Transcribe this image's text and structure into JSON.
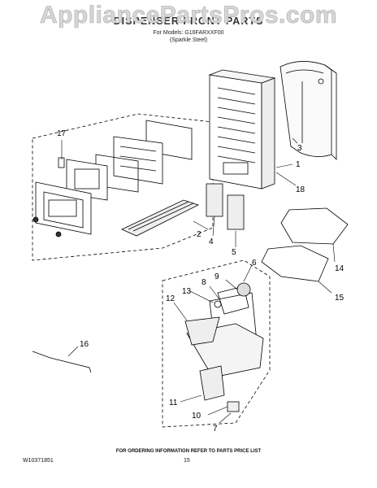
{
  "watermark": "AppliancePartsPros.com",
  "header": {
    "title": "DISPENSER FRONT PARTS",
    "models": "For Models: G16FARXXF00",
    "variant": "(Sparkle Steel)"
  },
  "callouts": [
    "17",
    "1",
    "2",
    "3",
    "4",
    "5",
    "6",
    "7",
    "8",
    "9",
    "10",
    "11",
    "12",
    "13",
    "14",
    "15",
    "16",
    "18"
  ],
  "footer": {
    "note": "FOR ORDERING INFORMATION REFER TO PARTS PRICE LIST",
    "doc_number": "W10371851",
    "page": "15"
  }
}
